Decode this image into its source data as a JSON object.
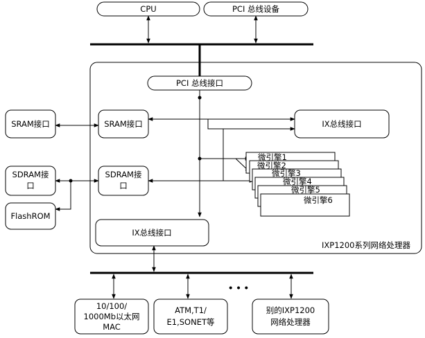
{
  "host": {
    "cpu": "CPU",
    "pci_device": "PCI 总线设备"
  },
  "processor": {
    "name": "IXP1200系列网络处理器",
    "pci_interface": "PCI 总线接口",
    "sram_interface": "SRAM接口",
    "sdram_interface_line1": "SDRAM接",
    "sdram_interface_line2": "口",
    "ix_interface_top": "IX总线接口",
    "ix_interface_bottom": "IX总线接口",
    "microengines": [
      "微引擎1",
      "微引擎2",
      "微引擎3",
      "微引擎4",
      "微引擎5",
      "微引擎6"
    ]
  },
  "external": {
    "sram": "SRAM接口",
    "sdram_line1": "SDRAM接",
    "sdram_line2": "口",
    "flashrom": "FlashROM"
  },
  "peripherals": {
    "ethernet": [
      "10/100/",
      "1000Mb以太网",
      "MAC"
    ],
    "telecom": [
      "ATM,T1/",
      "E1,SONET等"
    ],
    "ellipsis": "• • •",
    "other_ixp": [
      "别的IXP1200",
      "网络处理器"
    ]
  }
}
